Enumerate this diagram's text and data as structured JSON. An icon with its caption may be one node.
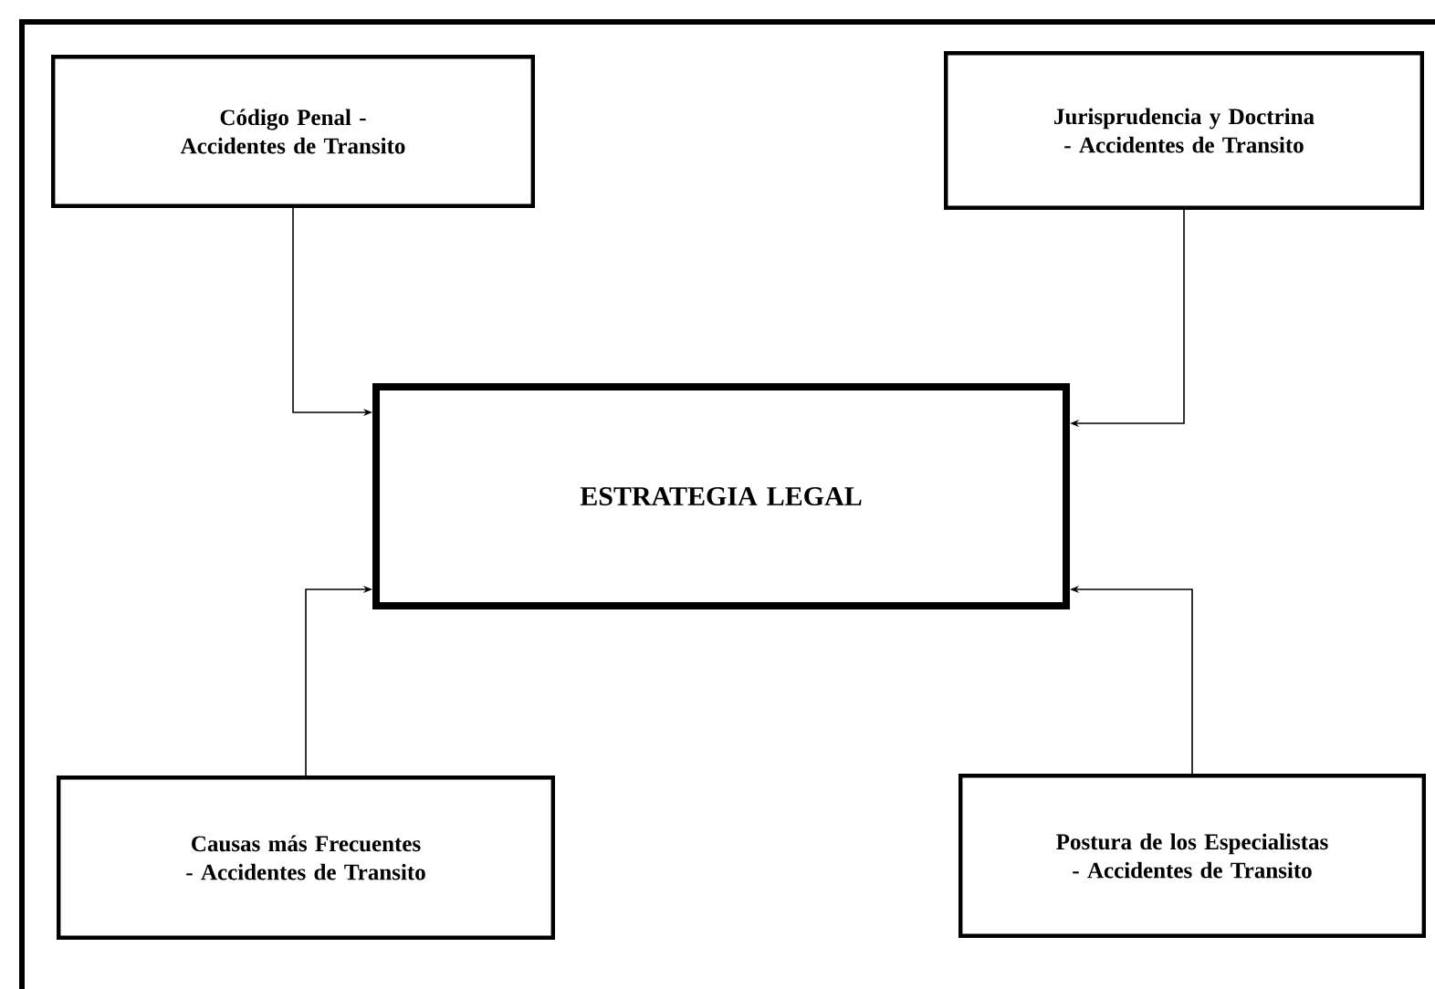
{
  "diagram": {
    "nodes": [
      {
        "text": [
          "Código Penal - Accidentes de Transito"
        ]
      },
      {
        "text": [
          "Jurisprudencia y Doctrina - Accidentes de Transito"
        ]
      },
      {
        "text": [
          "ESTRATEGIA LEGAL"
        ]
      },
      {
        "text": [
          "Causas más Frecuentes - Accidentes de Transito"
        ]
      },
      {
        "text": [
          "Postura de los Especialistas - Accidentes de Transito"
        ]
      }
    ],
    "edges": [
      {
        "from": 0,
        "to": 2,
        "arrow": "to"
      },
      {
        "from": 1,
        "to": 2,
        "arrow": "to"
      },
      {
        "from": 3,
        "to": 2,
        "arrow": "to"
      },
      {
        "from": 4,
        "to": 2,
        "arrow": "to"
      }
    ]
  }
}
